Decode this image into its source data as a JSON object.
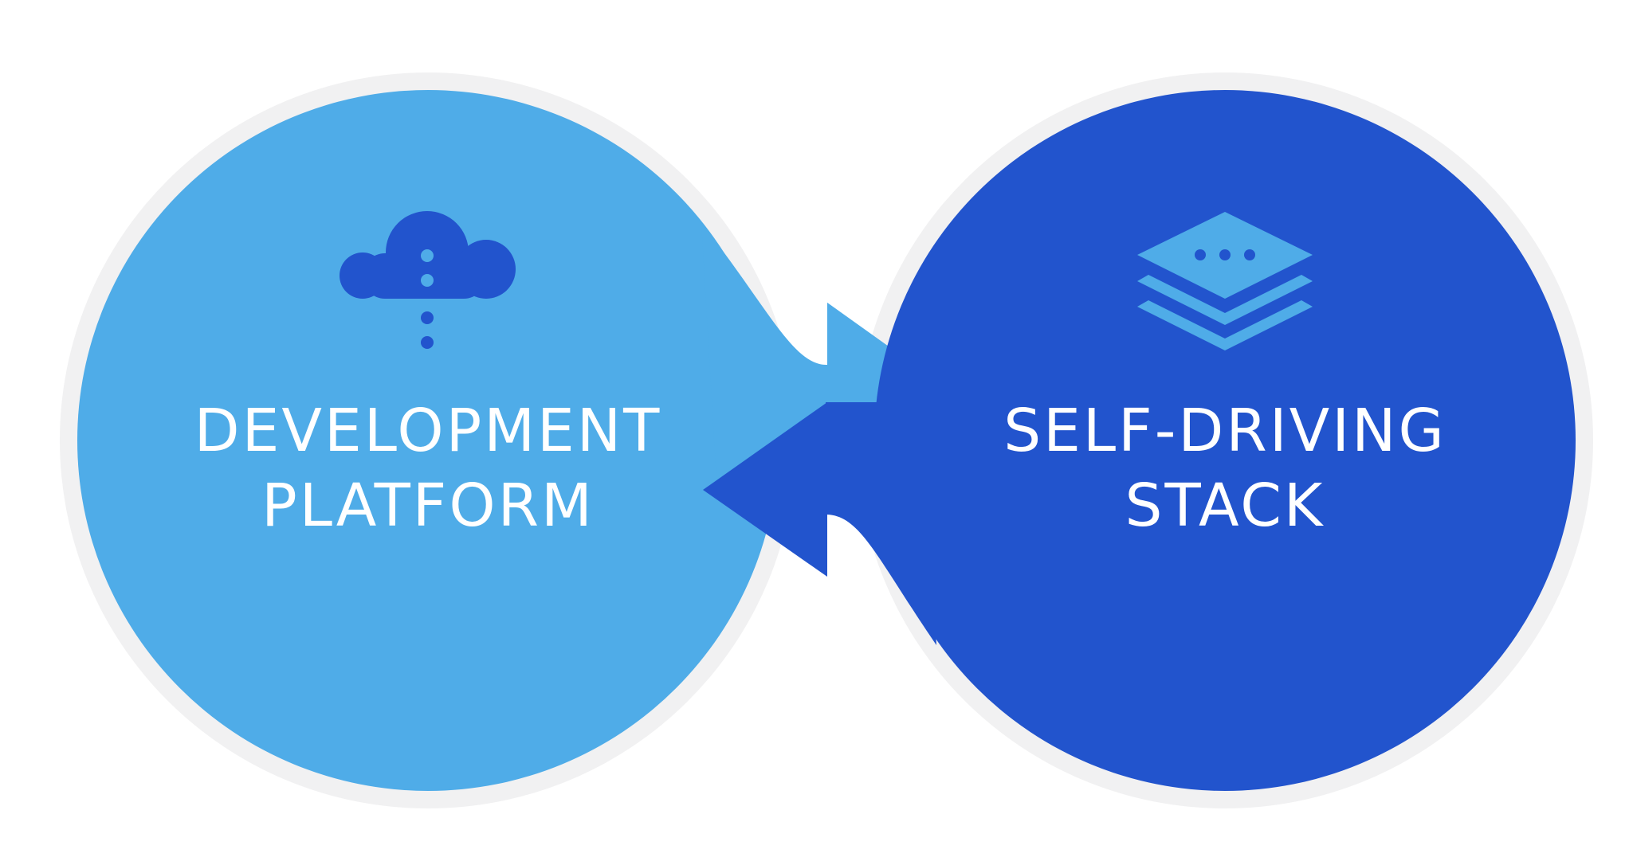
{
  "colors": {
    "background": "#ffffff",
    "halo": "#f1f1f2",
    "light_blue": "#4facE8",
    "dark_blue": "#2254cd",
    "label_text": "#ffffff"
  },
  "nodes": {
    "left": {
      "label_line1": "DEVELOPMENT",
      "label_line2": "PLATFORM",
      "icon": "cloud-upload-icon"
    },
    "right": {
      "label_line1": "SELF-DRIVING",
      "label_line2": "STACK",
      "icon": "layers-stack-icon"
    }
  },
  "connector": {
    "direction": "bidirectional",
    "icon": "double-arrow-icon"
  }
}
